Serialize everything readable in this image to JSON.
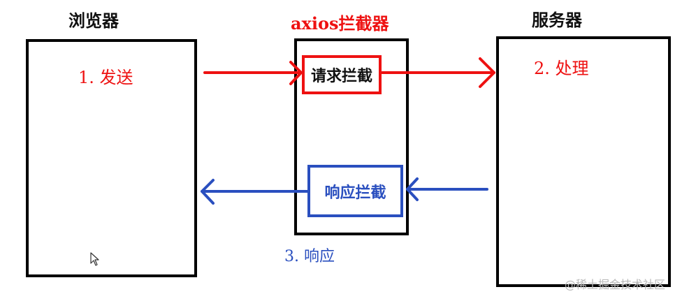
{
  "diagram": {
    "browser": {
      "title": "浏览器",
      "step_label": "1. 发送"
    },
    "interceptor": {
      "title": "axios拦截器",
      "request_label": "请求拦截",
      "response_label": "响应拦截"
    },
    "server": {
      "title": "服务器",
      "step_label": "2. 处理"
    },
    "response_step_label": "3. 响应",
    "colors": {
      "request": "#ee1111",
      "response": "#2a4fbf",
      "box_border": "#000000"
    }
  },
  "watermark": "@稀土掘金技术社区",
  "icons": [
    "mouse-pointer-icon",
    "request-arrow-icon",
    "response-arrow-icon"
  ]
}
